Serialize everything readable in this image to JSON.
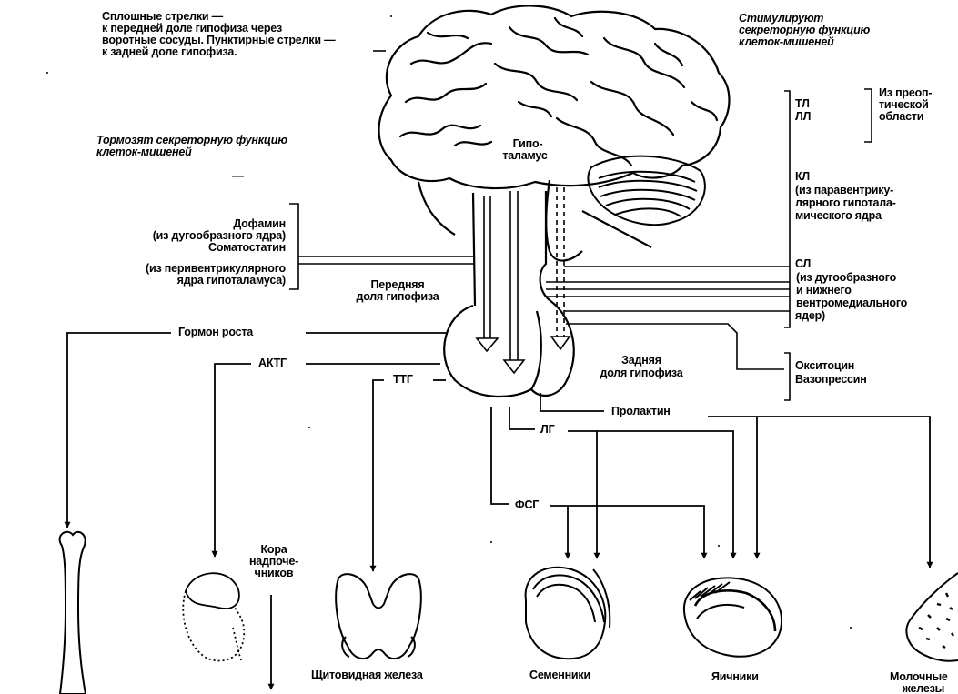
{
  "legend": {
    "arrows_line1": "Сплошные стрелки —",
    "arrows_line2": "к передней доле гипофиза через",
    "arrows_line3": "воротные сосуды. Пунктирные стрелки —",
    "arrows_line4": "к задней доле гипофиза."
  },
  "stimulate": {
    "line1": "Стимулируют",
    "line2": "секреторную функцию",
    "line3": "клеток-мишеней"
  },
  "inhibit": {
    "line1": "Тормозят секреторную функцию",
    "line2": "клеток-мишеней"
  },
  "hypothalamus": {
    "line1": "Гипо-",
    "line2": "таламус"
  },
  "inhibitors": {
    "l1": "Дофамин",
    "l2": "(из дугообразного ядра)",
    "l3": "Соматостатин",
    "l4": "(из перивентрикулярного",
    "l5": "ядра гипоталамуса)"
  },
  "anterior_lobe": {
    "line1": "Передняя",
    "line2": "доля гипофиза"
  },
  "posterior_lobe": {
    "line1": "Задняя",
    "line2": "доля гипофиза"
  },
  "releasing": {
    "tl_ll": {
      "l1": "ТЛ",
      "l2": "ЛЛ"
    },
    "preoptic": {
      "l1": "Из преоп-",
      "l2": "тической",
      "l3": "области"
    },
    "kl": {
      "l1": "КЛ",
      "l2": "(из паравентрику-",
      "l3": "лярного гипотала-",
      "l4": "мического ядра"
    },
    "sl": {
      "l1": "СЛ",
      "l2": "(из дугообразного",
      "l3": "и нижнего",
      "l4": "вентромедиального",
      "l5": "ядер)"
    }
  },
  "posterior_hormones": {
    "l1": "Окситоцин",
    "l2": "Вазопрессин"
  },
  "hormones": {
    "growth": "Гормон роста",
    "actg": "АКТГ",
    "ttg": "ТТГ",
    "prolactin": "Пролактин",
    "lg": "ЛГ",
    "fsg": "ФСГ"
  },
  "adrenal": {
    "l1": "Кора",
    "l2": "надпоче-",
    "l3": "чников"
  },
  "targets": {
    "thyroid": "Щитовидная железа",
    "testes": "Семенники",
    "ovaries": "Яичники",
    "mammary1": "Молочные",
    "mammary2": "железы"
  },
  "icons": [
    "brain-icon",
    "cerebellum-icon",
    "pituitary-icon",
    "bone-icon",
    "adrenal-icon",
    "thyroid-icon",
    "testis-icon",
    "ovary-icon",
    "mammary-gland-icon"
  ]
}
